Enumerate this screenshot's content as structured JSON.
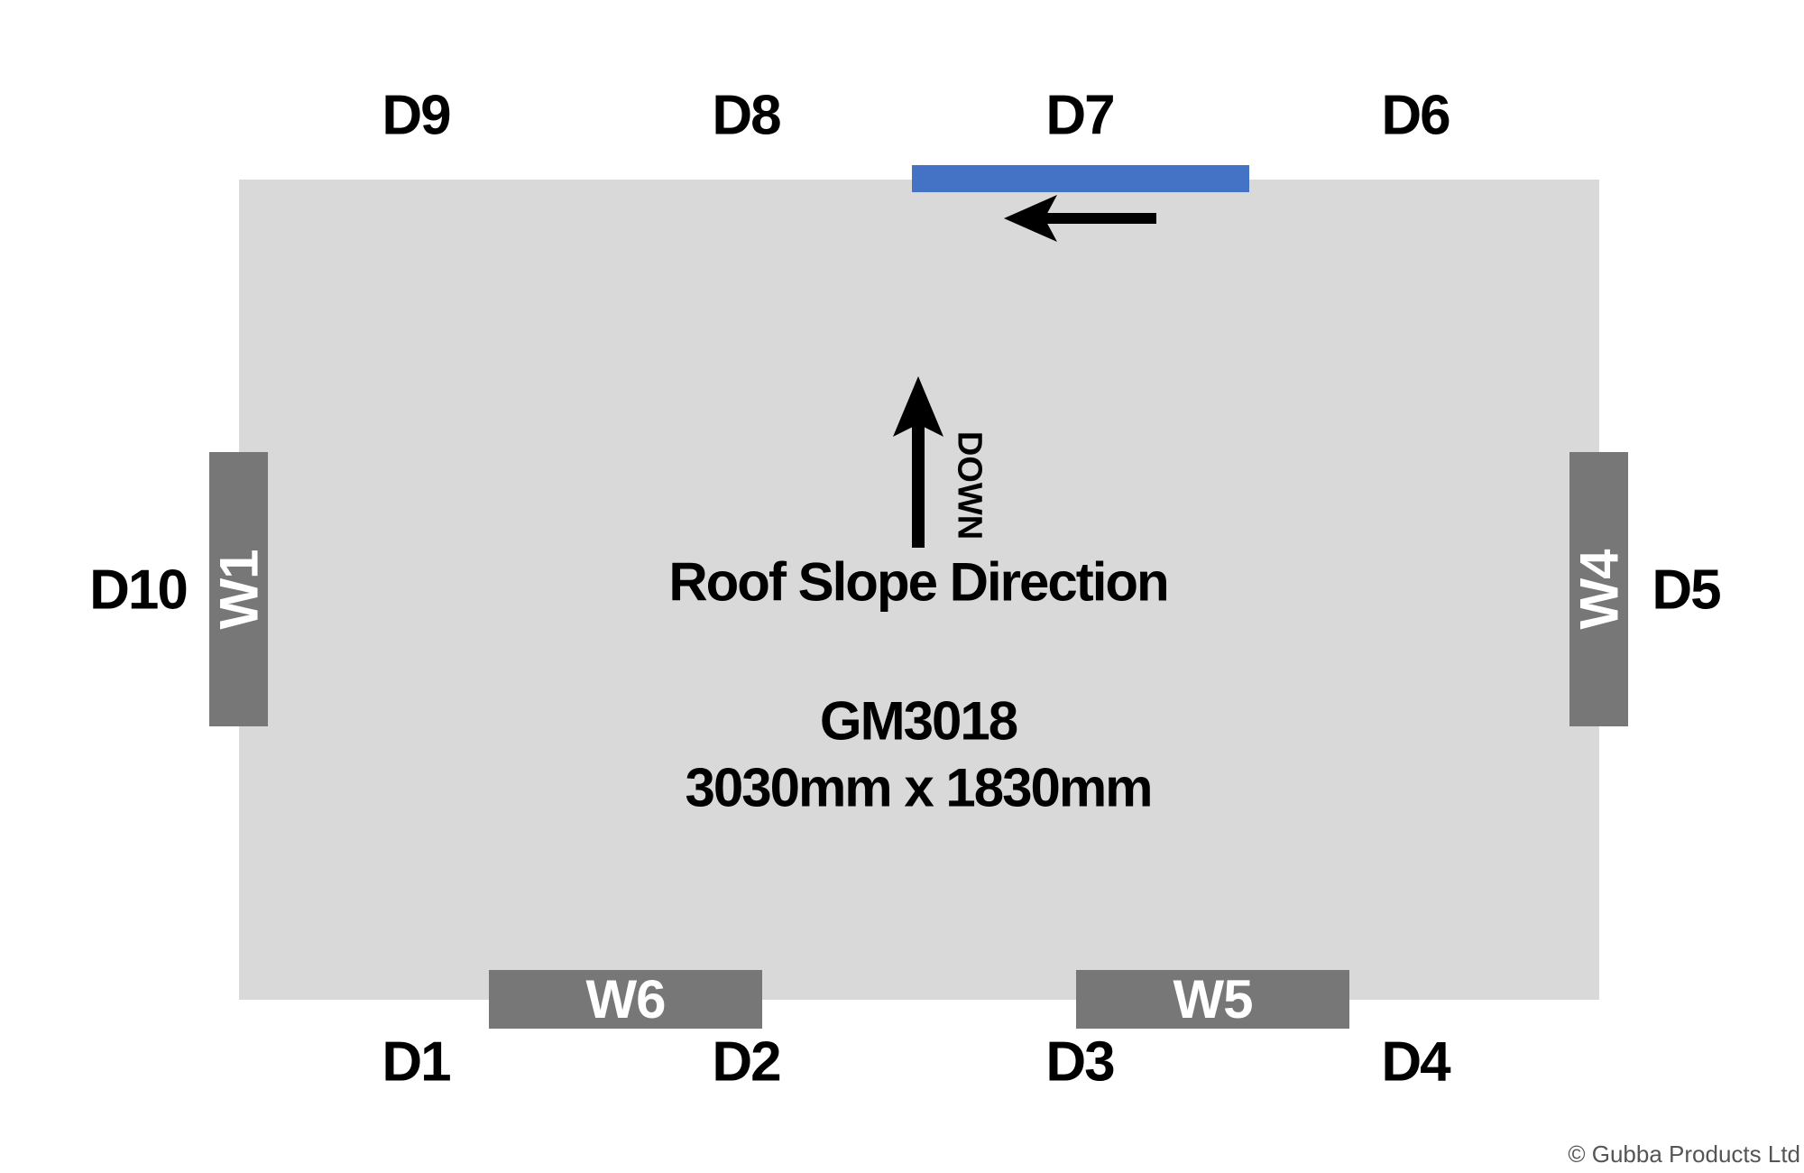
{
  "colors": {
    "roof": "#d9d9d9",
    "window": "#777777",
    "gutter": "#4472c4",
    "text": "#000000"
  },
  "diagram": {
    "top_labels": [
      "D9",
      "D8",
      "D7",
      "D6"
    ],
    "bottom_labels": [
      "D1",
      "D2",
      "D3",
      "D4"
    ],
    "left_label": "D10",
    "right_label": "D5",
    "windows": {
      "left": "W1",
      "right": "W4",
      "bottom_left": "W6",
      "bottom_right": "W5"
    },
    "slope_arrow_label": "DOWN",
    "slope_title": "Roof Slope Direction",
    "model": "GM3018",
    "dimensions": "3030mm x 1830mm"
  },
  "footer": {
    "copyright": "© Gubba Products Ltd"
  }
}
